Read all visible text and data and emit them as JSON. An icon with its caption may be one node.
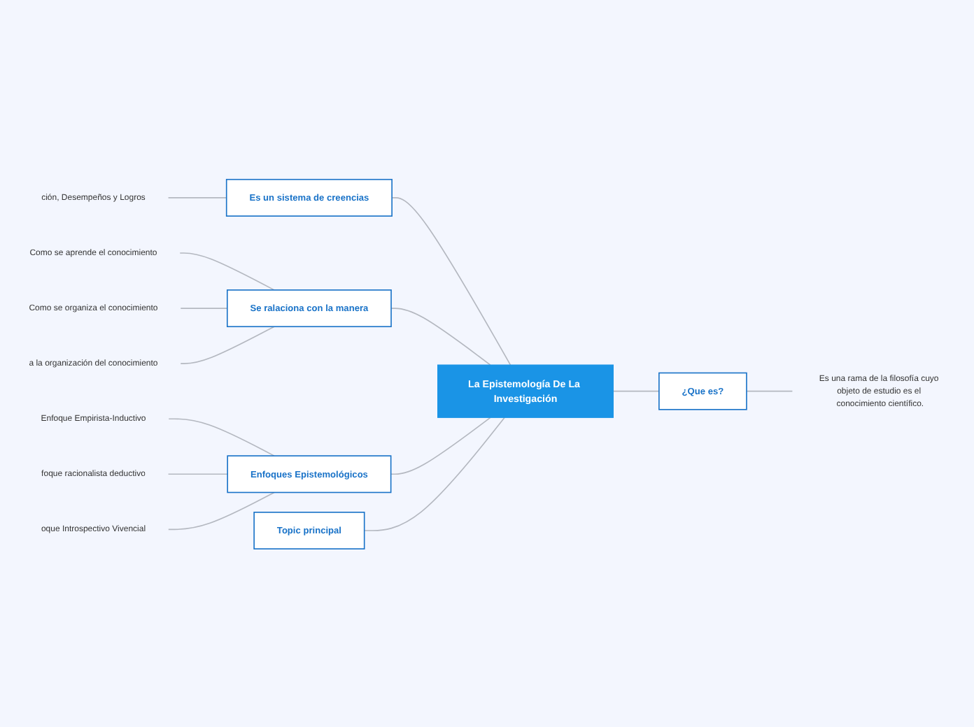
{
  "diagram": {
    "nodes": [
      {
        "text": [
          "La Epistemología De La Investigación"
        ]
      },
      {
        "text": [
          "Es un sistema de creencias"
        ]
      },
      {
        "text": [
          "ción, Desempeños y Logros"
        ]
      },
      {
        "text": [
          "Se ralaciona con la manera"
        ]
      },
      {
        "text": [
          "Como se aprende el conocimiento"
        ]
      },
      {
        "text": [
          "Como se organiza el conocimiento"
        ]
      },
      {
        "text": [
          "a la organización del conocimiento"
        ]
      },
      {
        "text": [
          "Enfoques Epistemológicos"
        ]
      },
      {
        "text": [
          "Enfoque Empirista-Inductivo"
        ]
      },
      {
        "text": [
          "foque racionalista deductivo"
        ]
      },
      {
        "text": [
          "oque Introspectivo Vivencial"
        ]
      },
      {
        "text": [
          "Topic principal"
        ]
      },
      {
        "text": [
          "¿Que es?"
        ]
      },
      {
        "text": [
          "Es una rama de la filosofía cuyo objeto de estudio es el conocimiento científico."
        ]
      }
    ],
    "edges": [
      {
        "from": 2,
        "to": 1,
        "arrow": "none"
      },
      {
        "from": 1,
        "to": 0,
        "arrow": "none"
      },
      {
        "from": 4,
        "to": 3,
        "arrow": "none"
      },
      {
        "from": 5,
        "to": 3,
        "arrow": "none"
      },
      {
        "from": 6,
        "to": 3,
        "arrow": "none"
      },
      {
        "from": 3,
        "to": 0,
        "arrow": "none"
      },
      {
        "from": 8,
        "to": 7,
        "arrow": "none"
      },
      {
        "from": 9,
        "to": 7,
        "arrow": "none"
      },
      {
        "from": 10,
        "to": 7,
        "arrow": "none"
      },
      {
        "from": 7,
        "to": 0,
        "arrow": "none"
      },
      {
        "from": 11,
        "to": 0,
        "arrow": "none"
      },
      {
        "from": 0,
        "to": 12,
        "arrow": "none"
      },
      {
        "from": 12,
        "to": 13,
        "arrow": "none"
      }
    ]
  }
}
